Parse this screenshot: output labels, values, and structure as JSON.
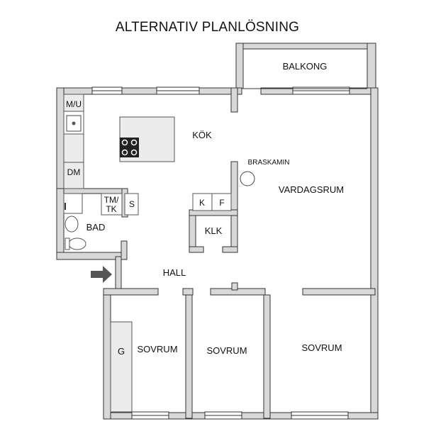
{
  "title": "ALTERNATIV PLANLÖSNING",
  "rooms": {
    "balkong": "BALKONG",
    "kok": "KÖK",
    "braskamin": "BRASKAMIN",
    "vardagsrum": "VARDAGSRUM",
    "mu": "M/U",
    "dm": "DM",
    "tmtk_line1": "TM/",
    "tmtk_line2": "TK",
    "s": "S",
    "bad": "BAD",
    "k": "K",
    "f": "F",
    "klk": "KLK",
    "hall": "HALL",
    "g": "G",
    "sovrum1": "SOVRUM",
    "sovrum2": "SOVRUM",
    "sovrum3": "SOVRUM"
  },
  "colors": {
    "wall_fill": "#d8d8d8",
    "wall_stroke": "#333333",
    "arrow": "#555555"
  }
}
